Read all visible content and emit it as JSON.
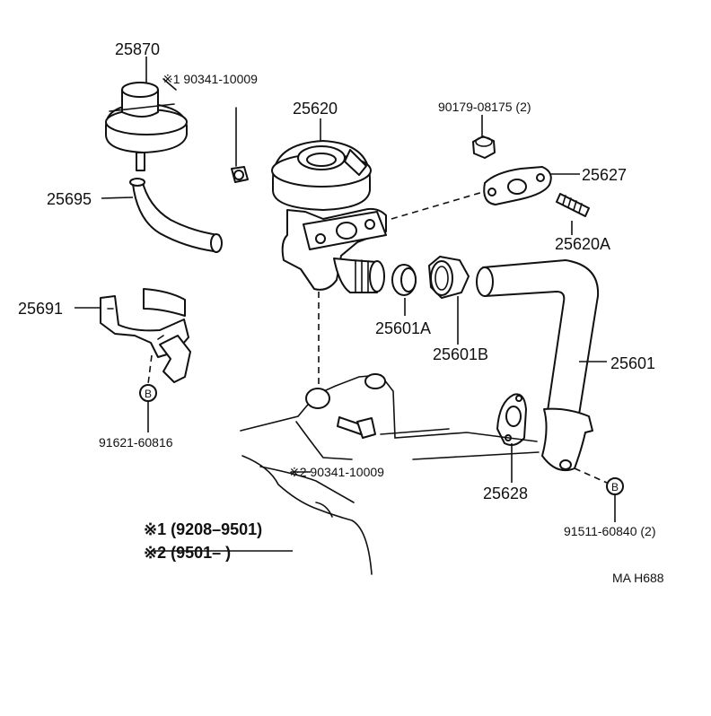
{
  "labels": {
    "p25870": "25870",
    "note1_bolt": "※1 90341-10009",
    "p25620": "25620",
    "p90179": "90179-08175 (2)",
    "p25627": "25627",
    "p25695": "25695",
    "p25620A": "25620A",
    "p25691": "25691",
    "p25601A": "25601A",
    "p25601B": "25601B",
    "p25601": "25601",
    "p91621": "91621-60816",
    "note2_bolt": "※2 90341-10009",
    "p25628": "25628",
    "p91511": "91511-60840 (2)",
    "ref_b1": "B",
    "ref_b2": "B"
  },
  "legend": {
    "row1": "※1 (9208–9501)",
    "row2": "※2 (9501–      )"
  },
  "footer": {
    "code": "MA H688"
  }
}
